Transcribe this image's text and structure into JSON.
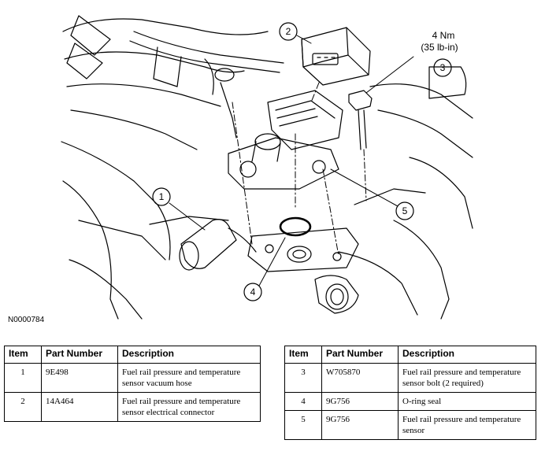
{
  "figure": {
    "id": "N0000784",
    "callouts": [
      "1",
      "2",
      "3",
      "4",
      "5"
    ],
    "torque": {
      "line1": "4 Nm",
      "line2": "(35 lb-in)"
    }
  },
  "tables": {
    "headers": {
      "item": "Item",
      "part_number": "Part Number",
      "description": "Description"
    },
    "left": [
      {
        "item": "1",
        "part_number": "9E498",
        "description": "Fuel rail pressure and temperature sensor vacuum hose"
      },
      {
        "item": "2",
        "part_number": "14A464",
        "description": "Fuel rail pressure and temperature sensor electrical connector"
      }
    ],
    "right": [
      {
        "item": "3",
        "part_number": "W705870",
        "description": "Fuel rail pressure and temperature sensor bolt (2 required)"
      },
      {
        "item": "4",
        "part_number": "9G756",
        "description": "O-ring seal"
      },
      {
        "item": "5",
        "part_number": "9G756",
        "description": "Fuel rail pressure and temperature sensor"
      }
    ]
  }
}
